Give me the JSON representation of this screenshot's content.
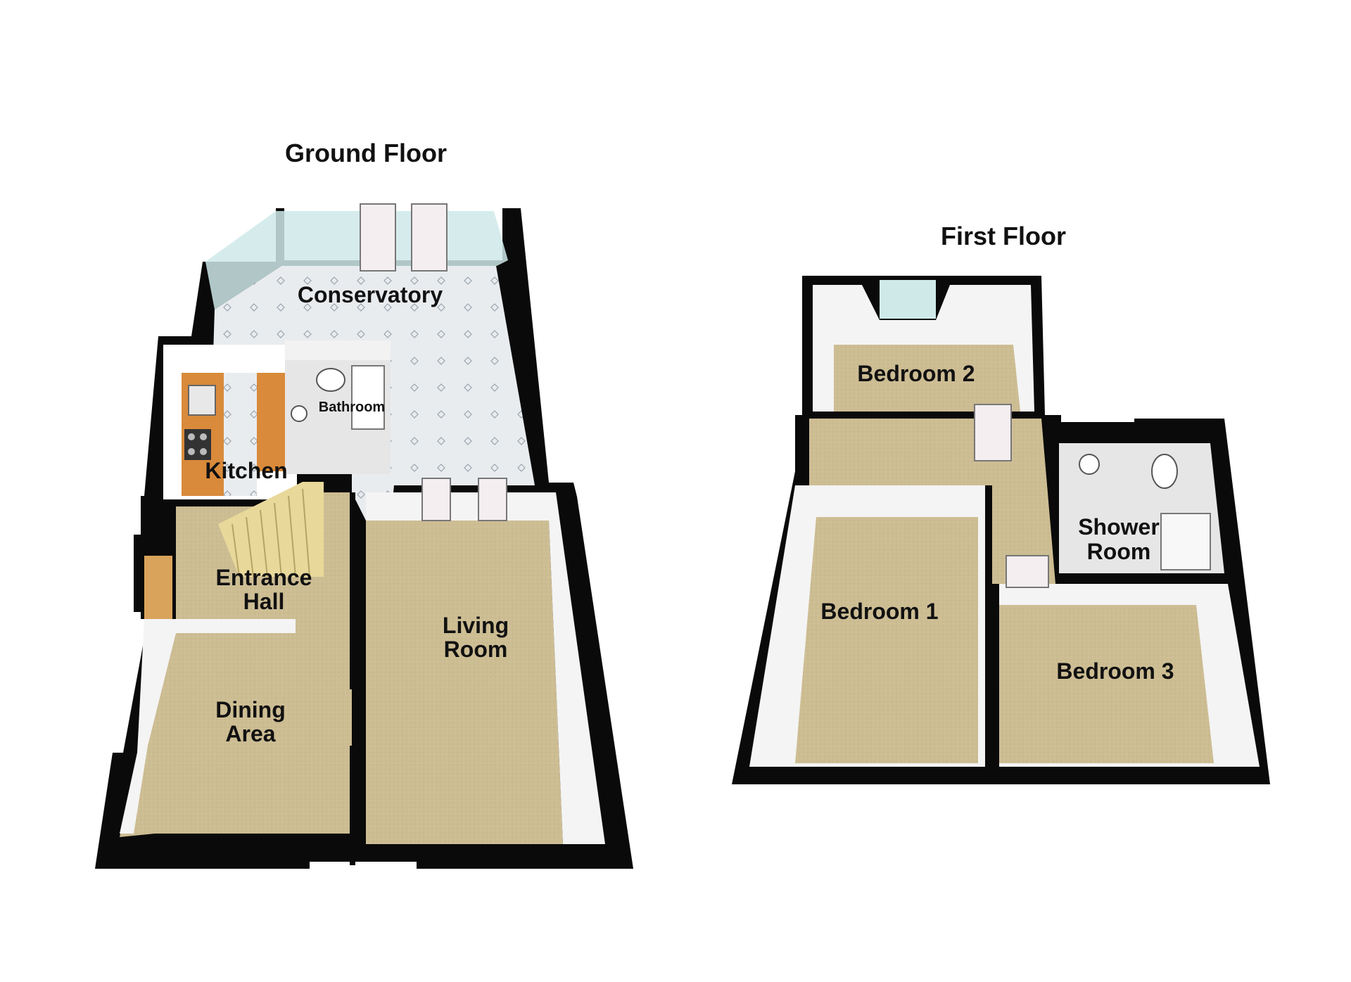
{
  "floors": [
    {
      "title": "Ground Floor",
      "rooms": {
        "conservatory": "Conservatory",
        "kitchen": "Kitchen",
        "bathroom": "Bathroom",
        "entrance_hall": [
          "Entrance",
          "Hall"
        ],
        "dining_area": [
          "Dining",
          "Area"
        ],
        "living_room": [
          "Living",
          "Room"
        ]
      }
    },
    {
      "title": "First Floor",
      "rooms": {
        "bedroom_2": "Bedroom 2",
        "shower_room": [
          "Shower",
          "Room"
        ],
        "bedroom_1": "Bedroom 1",
        "bedroom_3": "Bedroom 3"
      }
    }
  ],
  "colors": {
    "wall": "#0a0a0a",
    "carpet": "#cdbd93",
    "tile": "#e9ecef",
    "inner_wall": "#f2f2f2",
    "worktop": "#d98a3a",
    "door": "#f4eef0",
    "window": "#cfe9e9"
  }
}
